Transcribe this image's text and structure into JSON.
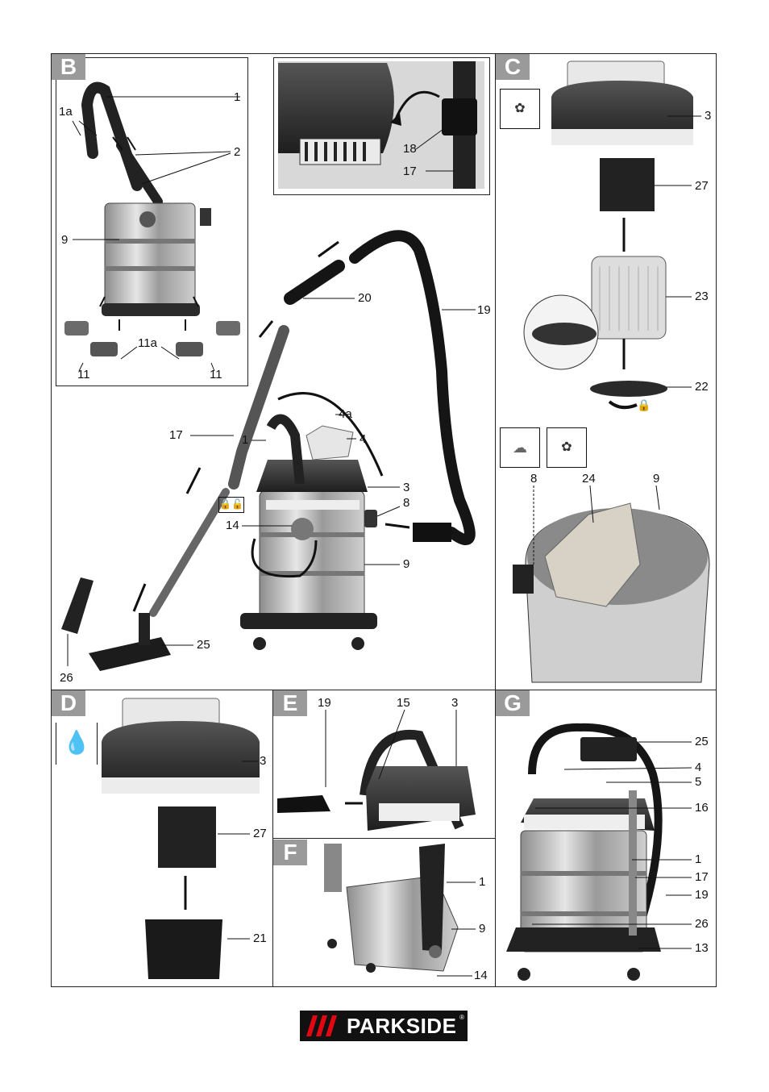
{
  "panels": {
    "B": "B",
    "C": "C",
    "D": "D",
    "E": "E",
    "F": "F",
    "G": "G"
  },
  "labels": {
    "b_1": "1",
    "b_1a": "1a",
    "b_2": "2",
    "b_9": "9",
    "b_11a": "11a",
    "b_11_left": "11",
    "b_11_right": "11",
    "inset_18": "18",
    "inset_17": "17",
    "main_20": "20",
    "main_19": "19",
    "main_17": "17",
    "main_1": "1",
    "main_4a": "4a",
    "main_4": "4",
    "main_3": "3",
    "main_8": "8",
    "main_14": "14",
    "main_9": "9",
    "main_25": "25",
    "main_26": "26",
    "c_3": "3",
    "c_27": "27",
    "c_23": "23",
    "c_22": "22",
    "c_8": "8",
    "c_24": "24",
    "c_9": "9",
    "d_3": "3",
    "d_27": "27",
    "d_21": "21",
    "e_19": "19",
    "e_15": "15",
    "e_3": "3",
    "f_1": "1",
    "f_9": "9",
    "f_14": "14",
    "g_25": "25",
    "g_4": "4",
    "g_5": "5",
    "g_16": "16",
    "g_1": "1",
    "g_17": "17",
    "g_19": "19",
    "g_26": "26",
    "g_13": "13"
  },
  "icons": {
    "lock_unlock": "lock-unlock-icon",
    "dry_debris": "dry-debris-icon",
    "fine_dust": "fine-dust-icon",
    "water_drop": "water-drop-icon",
    "lock": "lock-icon"
  },
  "brand": {
    "name": "PARKSIDE",
    "reg": "®"
  },
  "colors": {
    "panel_letter_bg": "#9a9a9a",
    "hose": "#151515",
    "steel": "#b9b9b9",
    "lid": "#2a2a2a"
  }
}
